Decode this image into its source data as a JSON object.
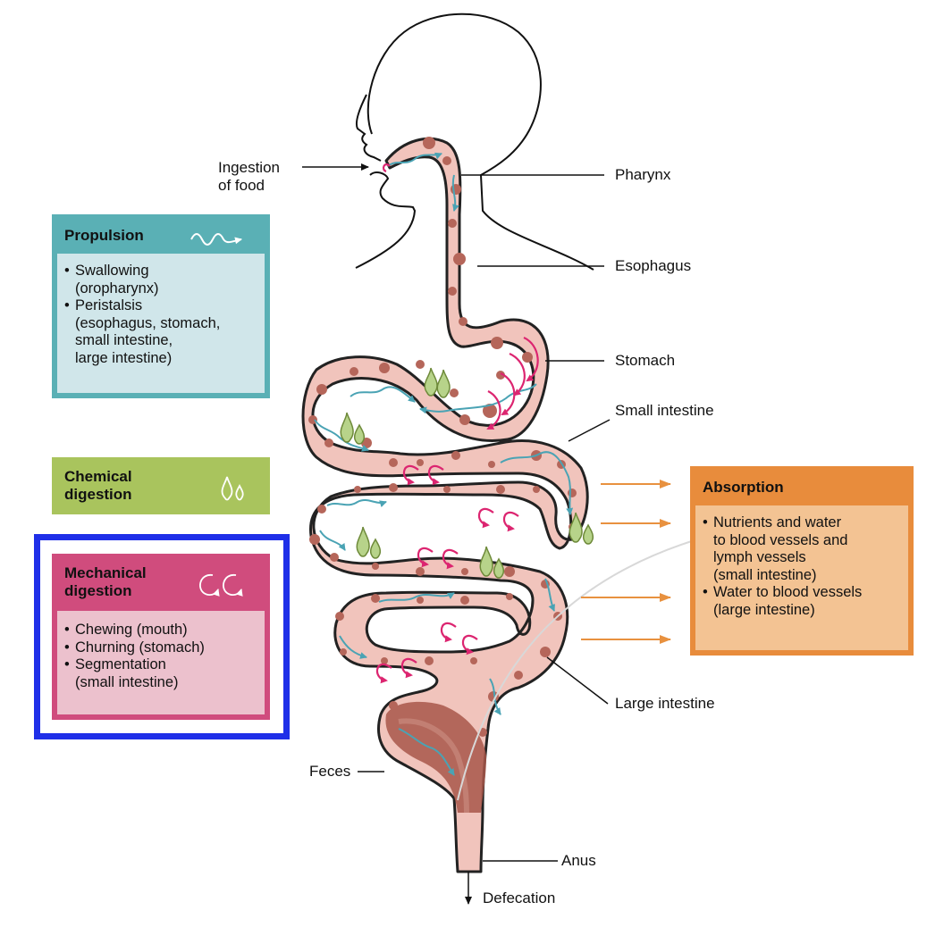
{
  "colors": {
    "tract_fill": "#f1c4bc",
    "tract_outline": "#222222",
    "food_particle": "#b5665a",
    "propulsion_arrow": "#4aa3b4",
    "churning_arrow": "#dc2570",
    "enzyme_drop": "#b7d38a",
    "feces": "#a8574a",
    "propulsion_header": "#5ab0b5",
    "propulsion_body": "#d0e6ea",
    "chemical_fill": "#a9c45d",
    "mechanical_header": "#d04c7d",
    "mechanical_body": "#ecc1cd",
    "absorption_header": "#e88c3c",
    "absorption_body": "#f3c393",
    "absorption_arrow": "#e8913f",
    "selection_frame": "#1f2fe8"
  },
  "labels": {
    "ingestion_line1": "Ingestion",
    "ingestion_line2": "of food",
    "pharynx": "Pharynx",
    "esophagus": "Esophagus",
    "stomach": "Stomach",
    "small_intestine": "Small intestine",
    "large_intestine": "Large intestine",
    "feces": "Feces",
    "anus": "Anus",
    "defecation": "Defecation"
  },
  "panels": {
    "propulsion": {
      "title": "Propulsion",
      "icon": "wavy-arrow-icon",
      "items": [
        {
          "line1": "Swallowing",
          "line2": "(oropharynx)"
        },
        {
          "line1": "Peristalsis",
          "line2": "(esophagus, stomach,",
          "line3": "small intestine,",
          "line4": "large intestine)"
        }
      ]
    },
    "chemical": {
      "title_line1": "Chemical",
      "title_line2": "digestion",
      "icon": "enzyme-drops-icon"
    },
    "mechanical": {
      "title_line1": "Mechanical",
      "title_line2": "digestion",
      "icon": "churning-arrows-icon",
      "items": [
        {
          "line1": "Chewing (mouth)"
        },
        {
          "line1": "Churning (stomach)"
        },
        {
          "line1": "Segmentation",
          "line2": "(small intestine)"
        }
      ]
    },
    "absorption": {
      "title": "Absorption",
      "items": [
        {
          "line1": "Nutrients and water",
          "line2": "to blood vessels and",
          "line3": "lymph vessels",
          "line4": "(small intestine)"
        },
        {
          "line1": "Water to blood vessels",
          "line2": "(large intestine)"
        }
      ]
    }
  }
}
